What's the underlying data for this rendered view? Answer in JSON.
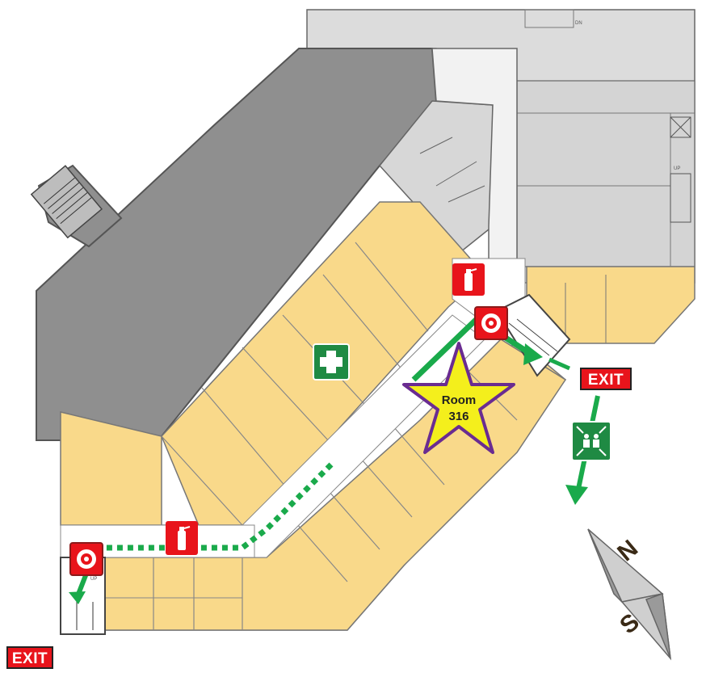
{
  "labels": {
    "exit_right": "EXIT",
    "exit_bottom_left": "EXIT",
    "room_line1": "Room",
    "room_line2": "316",
    "compass_north": "N",
    "compass_south": "S",
    "stair_up_label": "UP",
    "stair_dn_label": "DN"
  },
  "colors": {
    "building_dark": "#8f8f8f",
    "building_light": "#dcdcdc",
    "floor_highlight": "#f9d98a",
    "route_green": "#1aaa4b",
    "exit_red": "#e8141b",
    "star_fill": "#f4ef1c",
    "star_stroke": "#6a2c91",
    "first_aid_green": "#1f8a43",
    "assembly_green": "#1f8a43"
  },
  "icons": [
    "fire-extinguisher-icon",
    "fire-alarm-icon",
    "first-aid-icon",
    "assembly-point-icon",
    "compass-icon",
    "star-you-are-here-icon"
  ]
}
